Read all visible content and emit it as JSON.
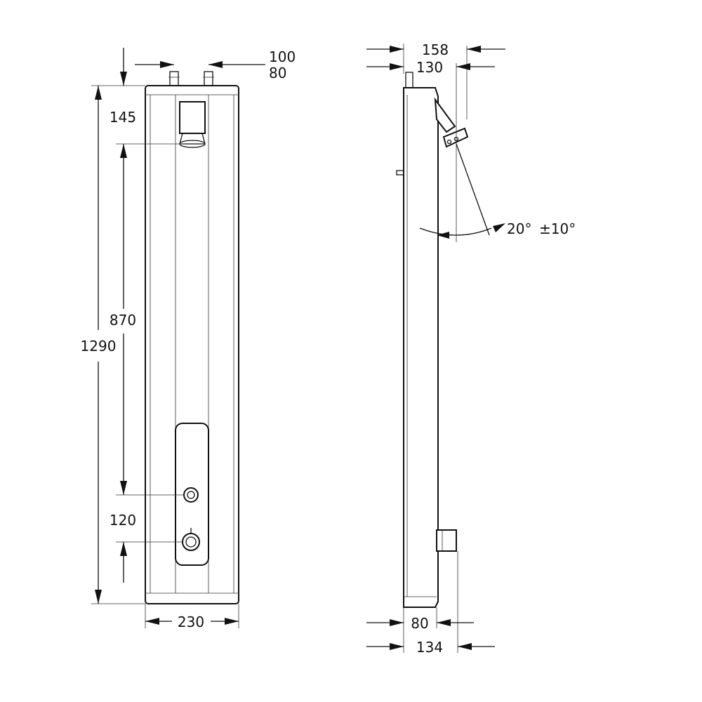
{
  "front_view": {
    "dims": {
      "inlet_spacing_outer": "100",
      "inlet_spacing_inner": "80",
      "head_height": "145",
      "head_to_button": "870",
      "total_height": "1290",
      "button_to_knob": "120",
      "width": "230"
    }
  },
  "side_view": {
    "dims": {
      "head_projection": "158",
      "inlet_projection": "130",
      "angle": "20°",
      "angle_tolerance": "±10°",
      "depth": "80",
      "depth_with_knob": "134"
    }
  }
}
